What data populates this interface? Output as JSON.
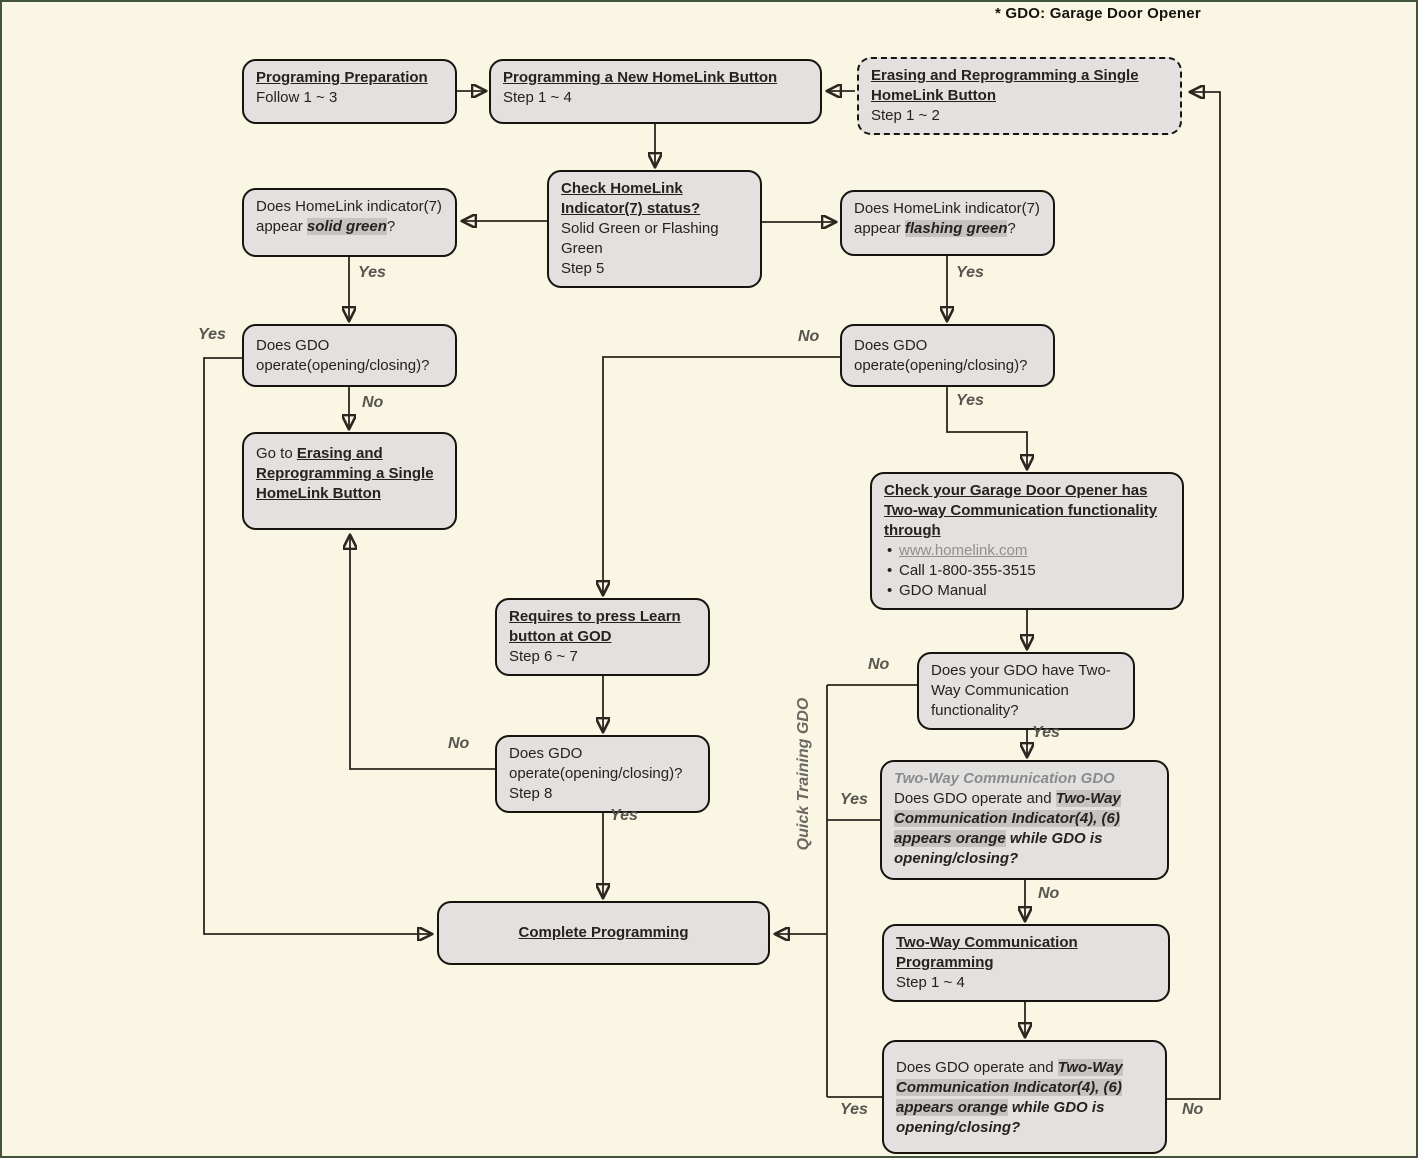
{
  "header": {
    "note": "* GDO: Garage Door Opener"
  },
  "labels": {
    "yes": "Yes",
    "no": "No",
    "quick_training": "Quick Training GDO"
  },
  "boxes": {
    "prep": {
      "title": "Programing Preparation",
      "sub": "Follow 1 ~ 3"
    },
    "new_button": {
      "title": "Programming a New HomeLink Button",
      "sub": "Step 1 ~ 4"
    },
    "erase": {
      "title": "Erasing and Reprogramming a Single HomeLink Button",
      "sub": "Step 1 ~ 2"
    },
    "check_status": {
      "title": "Check HomeLink Indicator(7) status?",
      "line1": "Solid Green or Flashing Green",
      "line2": "Step 5"
    },
    "solid_q": {
      "pre": "Does HomeLink indicator(7) appear ",
      "hl": "solid green",
      "post": "?"
    },
    "flash_q": {
      "pre": "Does HomeLink indicator(7) appear ",
      "hl": "flashing green",
      "post": "?"
    },
    "gdo_left": {
      "text": "Does GDO operate(opening/closing)?"
    },
    "gdo_right": {
      "text": "Does GDO operate(opening/closing)?"
    },
    "goto_erase": {
      "pre": "Go to ",
      "link": "Erasing and Reprogramming a Single HomeLink Button"
    },
    "check_2way": {
      "title": "Check your Garage Door Opener has Two-way Communication functionality through",
      "bullet1": "www.homelink.com",
      "bullet2": "Call 1-800-355-3515",
      "bullet3": "GDO Manual"
    },
    "learn": {
      "title": "Requires to press Learn button at GOD",
      "sub": "Step 6 ~ 7"
    },
    "have_2way": {
      "text": "Does your GDO have Two-Way Communication functionality?"
    },
    "twoway_gdo": {
      "heading": "Two-Way Communication GDO",
      "pre": "Does GDO operate and ",
      "hl": "Two-Way Communication Indicator(4), (6) appears orange",
      "post": " while GDO is opening/closing?"
    },
    "step8": {
      "text": "Does GDO operate(opening/closing)?",
      "sub": "Step 8"
    },
    "complete": {
      "title": "Complete Programming"
    },
    "twoway_prog": {
      "title": "Two-Way Communication Programming",
      "sub": "Step 1 ~ 4"
    },
    "final_q": {
      "pre": "Does GDO operate and ",
      "hl": "Two-Way Communication Indicator(4), (6) appears orange",
      "post": " while GDO is opening/closing?"
    }
  },
  "colors": {
    "background": "#f9f6e4",
    "frame": "#42543c",
    "box_fill": "#e2e1df",
    "box_border": "#17130f",
    "highlight": "#c5c4c2",
    "line": "#2b2620",
    "edge_label": "#58544e",
    "gray_heading": "#8b8b8b",
    "link_gray": "#938f89"
  }
}
